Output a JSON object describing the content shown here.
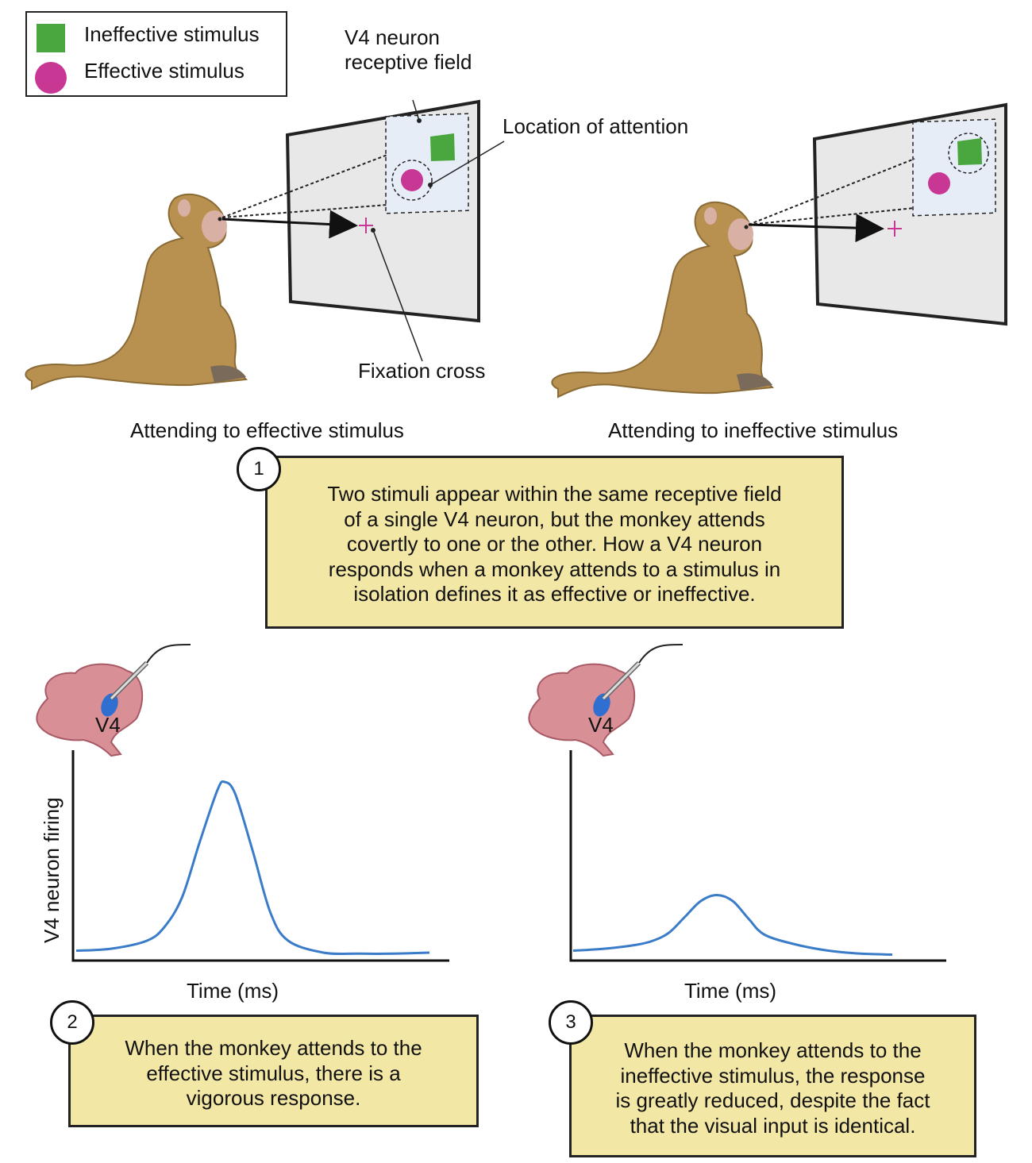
{
  "legend": {
    "ineffective_label": "Ineffective stimulus",
    "effective_label": "Effective stimulus",
    "ineffective_color": "#4aa73f",
    "effective_color": "#c93795"
  },
  "labels": {
    "receptive_field_line1": "V4 neuron",
    "receptive_field_line2": "receptive field",
    "location_of_attention": "Location of attention",
    "fixation_cross": "Fixation cross",
    "left_caption": "Attending to effective stimulus",
    "right_caption": "Attending to ineffective stimulus",
    "brain_area": "V4"
  },
  "steps": [
    {
      "number": "1",
      "lines": [
        "Two stimuli appear within the same receptive field",
        "of a single V4 neuron, but the monkey attends",
        "covertly to one or the other. How a V4 neuron",
        "responds when a monkey attends to a stimulus in",
        "isolation defines it as effective or ineffective."
      ]
    },
    {
      "number": "2",
      "lines": [
        "When the monkey attends to the",
        "effective stimulus, there is a",
        "vigorous response."
      ]
    },
    {
      "number": "3",
      "lines": [
        "When the monkey attends to the",
        "ineffective stimulus, the response",
        "is greatly reduced, despite the fact",
        "that the visual input is identical."
      ]
    }
  ],
  "colors": {
    "box_fill": "#f3e7a6",
    "curve": "#3a7cc8",
    "monkey": "#b8904f"
  },
  "chart_data": [
    {
      "type": "line",
      "title": "",
      "xlabel": "Time (ms)",
      "ylabel": "V4 neuron firing",
      "x_ticks": false,
      "y_ticks": false,
      "x": [
        0,
        0.1,
        0.2,
        0.25,
        0.3,
        0.35,
        0.4,
        0.42,
        0.45,
        0.5,
        0.55,
        0.6,
        0.7,
        0.8,
        0.9,
        1.0
      ],
      "y": [
        0.05,
        0.06,
        0.1,
        0.17,
        0.32,
        0.6,
        0.86,
        0.9,
        0.84,
        0.55,
        0.24,
        0.1,
        0.04,
        0.035,
        0.035,
        0.04
      ]
    },
    {
      "type": "line",
      "title": "",
      "xlabel": "Time (ms)",
      "ylabel": "",
      "x_ticks": false,
      "y_ticks": false,
      "x": [
        0,
        0.1,
        0.2,
        0.25,
        0.3,
        0.35,
        0.4,
        0.45,
        0.5,
        0.55,
        0.6,
        0.7,
        0.8,
        0.9,
        1.0
      ],
      "y": [
        0.05,
        0.06,
        0.08,
        0.1,
        0.14,
        0.22,
        0.3,
        0.33,
        0.3,
        0.21,
        0.13,
        0.08,
        0.05,
        0.035,
        0.03
      ]
    }
  ]
}
